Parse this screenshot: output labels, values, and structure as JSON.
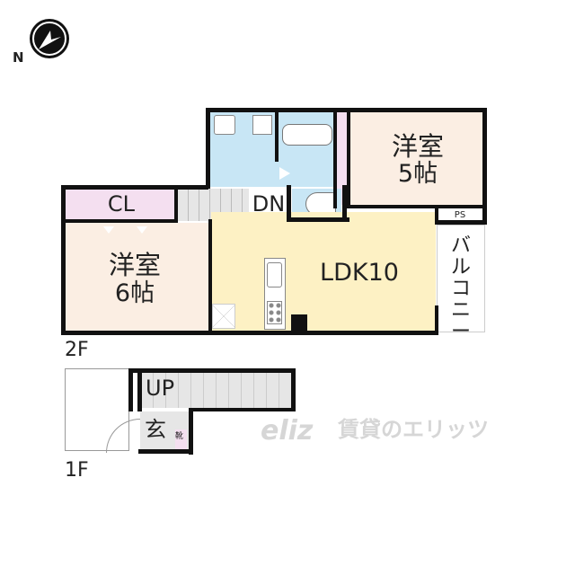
{
  "compass": {
    "north_label": "N"
  },
  "floors": {
    "upper": {
      "label": "2F",
      "rooms": {
        "western_5": {
          "line1": "洋室",
          "line2": "5帖"
        },
        "western_6": {
          "line1": "洋室",
          "line2": "6帖"
        },
        "closet": "CL",
        "stairs_down": "DN",
        "ldk": "LDK10",
        "pipe_space": "PS",
        "balcony": "バルコニー"
      }
    },
    "lower": {
      "label": "1F",
      "rooms": {
        "stairs_up": "UP",
        "entrance": "玄",
        "shoe_box": "靴"
      }
    }
  },
  "watermark": {
    "logo": "eliz",
    "text": "賃貸のエリッツ"
  },
  "colors": {
    "western": "#fbeee3",
    "closet": "#f4dff0",
    "ldk": "#fdf1c4",
    "wet": "#c8e6f5",
    "stairs": "#e6e6e6",
    "wall": "#111111"
  }
}
